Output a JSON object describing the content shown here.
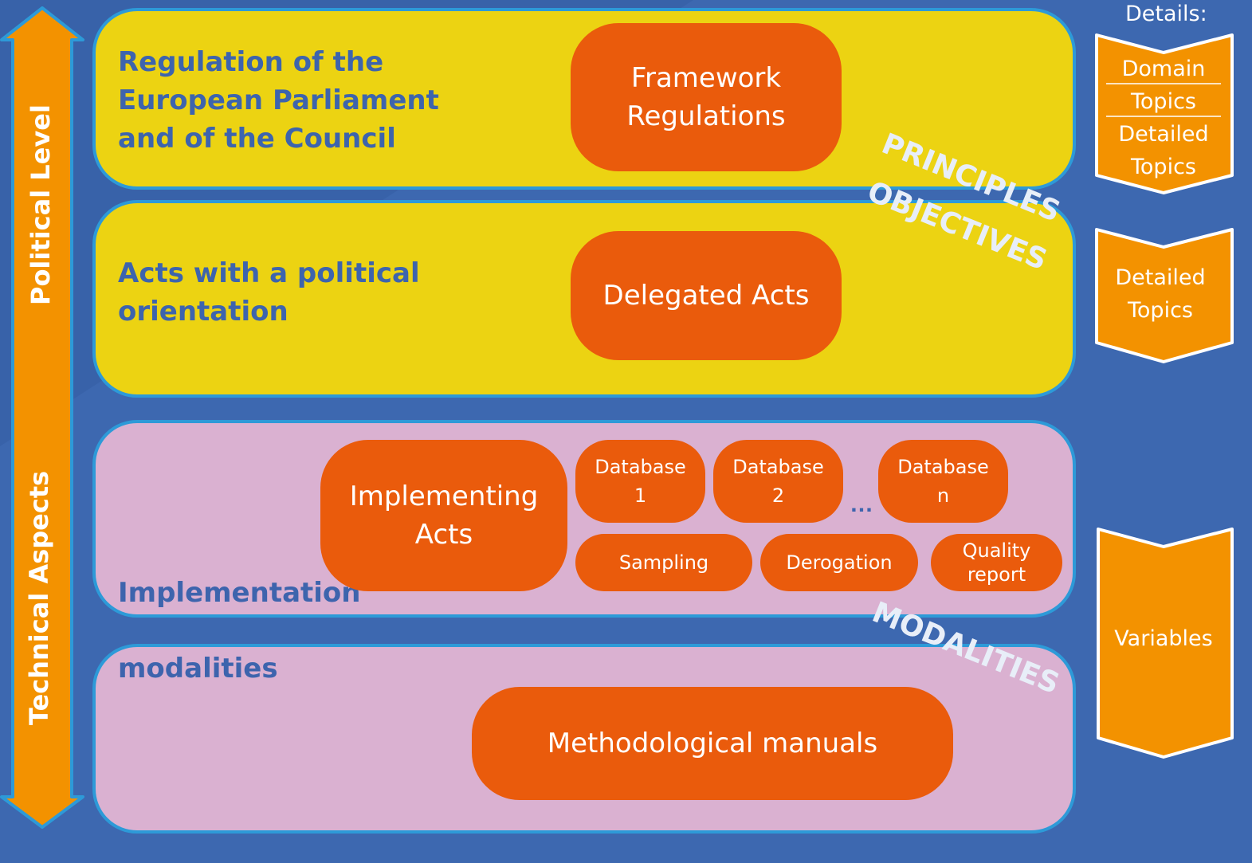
{
  "axis": {
    "political_level": "Political Level",
    "technical_aspects": "Technical Aspects"
  },
  "details": {
    "header": "Details:",
    "chevron1": [
      "Domain",
      "Topics",
      "Detailed",
      "Topics"
    ],
    "chevron2": [
      "Detailed",
      "Topics"
    ],
    "chevron3": [
      "Variables"
    ]
  },
  "panels": {
    "p1": {
      "text": [
        "Regulation of the",
        "European Parliament",
        "and of the Council"
      ],
      "box": [
        "Framework",
        "Regulations"
      ]
    },
    "p2": {
      "text": [
        "Acts with a political",
        "orientation"
      ],
      "box": [
        "Delegated Acts"
      ]
    },
    "p3": {
      "text": "Implementation",
      "box": [
        "Implementing",
        "Acts"
      ],
      "db1": [
        "Database",
        "1"
      ],
      "db2": [
        "Database",
        "2"
      ],
      "ellipsis": "…",
      "dbn": [
        "Database",
        "n"
      ],
      "sampling": "Sampling",
      "derogation": "Derogation",
      "quality": [
        "Quality",
        "report"
      ]
    },
    "p4": {
      "text": "modalities",
      "box": "Methodological manuals"
    }
  },
  "labels": {
    "principles": "PRINCIPLES",
    "objectives": "OBJECTIVES",
    "modalities": "MODALITIES"
  },
  "colors": {
    "background": "#3d68b0",
    "yellow_panel": "#ecd312",
    "pink_panel": "#dab1d1",
    "orange_box": "#ea5b0c",
    "arrow_orange": "#f39200",
    "panel_border": "#2d9ad8",
    "panel_text": "#3d64ad"
  }
}
